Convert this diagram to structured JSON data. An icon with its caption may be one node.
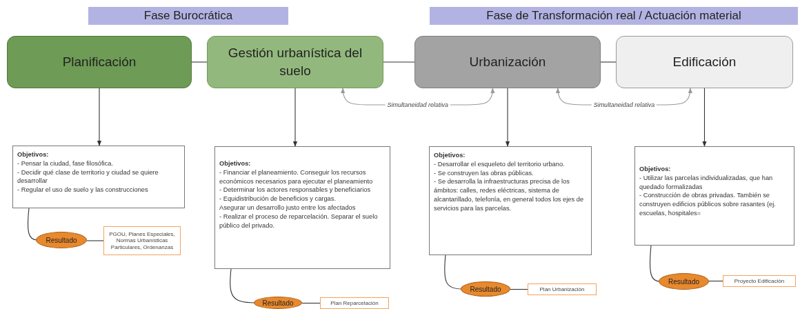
{
  "diagram": {
    "nodes": [
      {
        "text": [
          "Fase Burocrática"
        ]
      },
      {
        "text": [
          "Fase de Transformación real / Actuación material"
        ]
      },
      {
        "text": [
          "Planificación"
        ]
      },
      {
        "text": [
          "Gestión urbanística del suelo"
        ]
      },
      {
        "text": [
          "Urbanización"
        ]
      },
      {
        "text": [
          "Edificación"
        ]
      },
      {
        "text": [
          "Objetivos:",
          "- Pensar la ciudad, fase filosófica.",
          "- Decidir qué clase de territorio y ciudad se quiere desarrollar",
          "- Regular el uso de suelo y las construcciones"
        ]
      },
      {
        "text": [
          "Objetivos:",
          "- Financiar el planeamiento. Conseguir los recursos económicos necesarios para ejecutar el planeamiento",
          "- Determinar los actores responsables y beneficiarios",
          "- Equidistribución de beneficios y cargas.",
          "Asegurar un desarrollo justo entre los afectados",
          "- Realizar el proceso de reparcelación. Separar el suelo público del privado."
        ]
      },
      {
        "text": [
          "Objetivos:",
          "- Desarrollar el esqueleto del territorio urbano.",
          "- Se construyen las obras públicas.",
          "- Se desarrolla la infraestructuras precisa de los ámbitos: calles, redes eléctricas, sistema de alcantarillado, telefonía, en general todos los ejes de servicios para las parcelas."
        ]
      },
      {
        "text": [
          "Objetivos:",
          "- Utilizar las parcelas individualizadas, que han quedado formalizadas",
          "- Construcción de obras privadas. También se construyen edificios públicos sobre rasantes (ej. escuelas, hospitales="
        ]
      },
      {
        "text": [
          "Resultado"
        ]
      },
      {
        "text": [
          "Resultado"
        ]
      },
      {
        "text": [
          "Resultado"
        ]
      },
      {
        "text": [
          "Resultado"
        ]
      },
      {
        "text": [
          "PGOU, Planes Especiales, Normas Urbanísticas Particulares, Ordenanzas"
        ]
      },
      {
        "text": [
          "Plan Reparcelación"
        ]
      },
      {
        "text": [
          "Plan Urbanización"
        ]
      },
      {
        "text": [
          "Proyecto Edificación"
        ]
      }
    ],
    "edges": [
      {
        "from": 2,
        "to": 3,
        "arrow": "none"
      },
      {
        "from": 3,
        "to": 4,
        "arrow": "none"
      },
      {
        "from": 4,
        "to": 5,
        "arrow": "none"
      },
      {
        "from": 3,
        "to": 4,
        "arrow": "both",
        "label": "Simultaneidad relativa",
        "color": "#999999"
      },
      {
        "from": 4,
        "to": 5,
        "arrow": "both",
        "label": "Simultaneidad relativa",
        "color": "#999999"
      },
      {
        "from": 2,
        "to": 6,
        "arrow": "to"
      },
      {
        "from": 3,
        "to": 7,
        "arrow": "to"
      },
      {
        "from": 4,
        "to": 8,
        "arrow": "to"
      },
      {
        "from": 5,
        "to": 9,
        "arrow": "to"
      },
      {
        "from": 6,
        "to": 10,
        "arrow": "none"
      },
      {
        "from": 7,
        "to": 11,
        "arrow": "none"
      },
      {
        "from": 8,
        "to": 12,
        "arrow": "none"
      },
      {
        "from": 9,
        "to": 13,
        "arrow": "none"
      },
      {
        "from": 10,
        "to": 14,
        "arrow": "none"
      },
      {
        "from": 11,
        "to": 15,
        "arrow": "none"
      },
      {
        "from": 12,
        "to": 16,
        "arrow": "none"
      },
      {
        "from": 13,
        "to": 17,
        "arrow": "none"
      }
    ]
  }
}
